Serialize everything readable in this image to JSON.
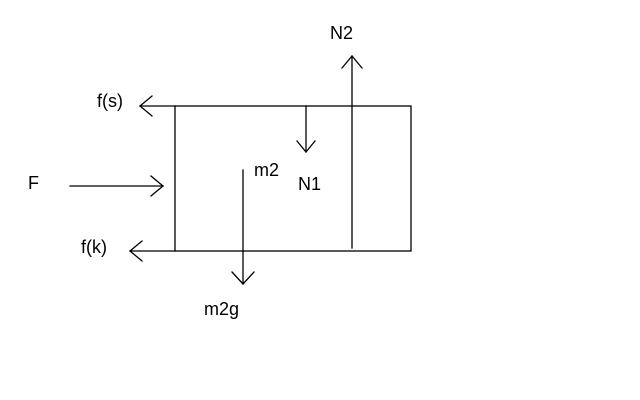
{
  "diagram": {
    "labels": {
      "f_s": "f(s)",
      "f_k": "f(k)",
      "F": "F",
      "m2": "m2",
      "N1": "N1",
      "N2": "N2",
      "m2g": "m2g"
    },
    "colors": {
      "line": "#000000",
      "background": "#ffffff"
    }
  }
}
